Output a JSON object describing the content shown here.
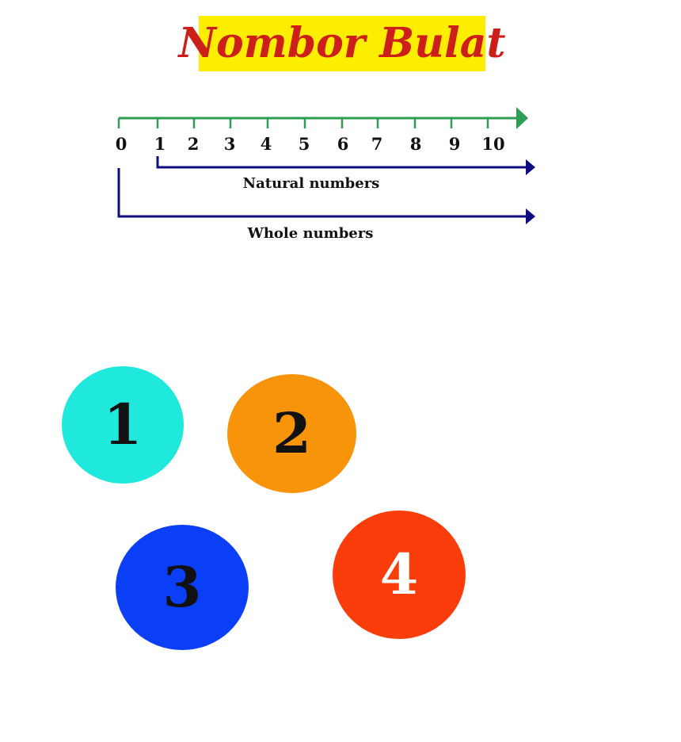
{
  "title": {
    "text": "Nombor Bulat",
    "background_color": "#fdee00",
    "text_color": "#cc1f1a"
  },
  "number_line": {
    "ticks": [
      "0",
      "1",
      "2",
      "3",
      "4",
      "5",
      "6",
      "7",
      "8",
      "9",
      "10"
    ],
    "line_color": "#2e9e55",
    "range_color": "#0d0d80",
    "natural_label": "Natural numbers",
    "whole_label": "Whole numbers"
  },
  "circles": [
    {
      "label": "1",
      "color": "#1fe8dc",
      "text_color": "#111111"
    },
    {
      "label": "2",
      "color": "#f7940a",
      "text_color": "#111111"
    },
    {
      "label": "3",
      "color": "#0a3ef7",
      "text_color": "#111111"
    },
    {
      "label": "4",
      "color": "#fb3d0b",
      "text_color": "#ffffff"
    }
  ]
}
